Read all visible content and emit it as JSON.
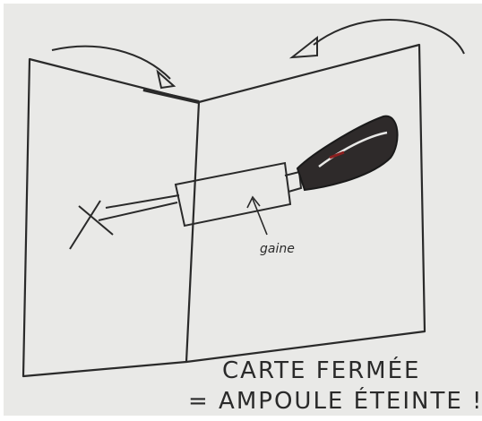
{
  "sketch": {
    "label_sheath": "gaine",
    "caption_line1": "CARTE FERMÉE",
    "caption_line2": "= AMPOULE ÉTEINTE !"
  },
  "colors": {
    "paper": "#e9e9e7",
    "ink": "#2a2a2a",
    "bulb_red": "#8a1f1f",
    "background": "#ffffff"
  }
}
